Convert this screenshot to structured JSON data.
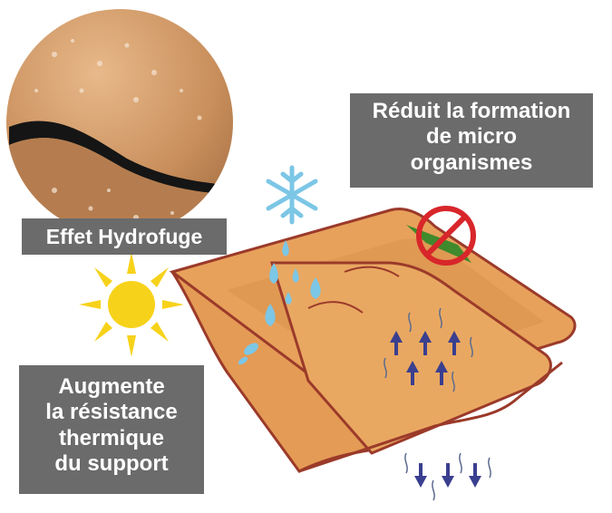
{
  "labels": {
    "hydrofuge": "Effet Hydrofuge",
    "micro_organismes": [
      "Réduit la formation",
      "de micro",
      "organismes"
    ],
    "thermique": [
      "Augmente",
      "la résistance",
      "thermique",
      "du support"
    ]
  },
  "icons": {
    "snowflake": "snowflake-icon",
    "sun": "sun-icon",
    "no_symbol": "prohibited-icon",
    "droplets": "water-droplet-icon",
    "arrows_up": "arrow-up-icon",
    "arrows_down": "arrow-down-icon"
  },
  "colors": {
    "tile": "#e9a45e",
    "tile_dark": "#d98e45",
    "tile_outline": "#9b3a2a",
    "label_bg": "#6b6b6b",
    "prohibit_red": "#d8262a",
    "moss_green": "#3f8a2c",
    "sun_yellow": "#f7d21a",
    "snow_blue": "#7cc6e6",
    "arrow_blue": "#3a3f8f"
  }
}
